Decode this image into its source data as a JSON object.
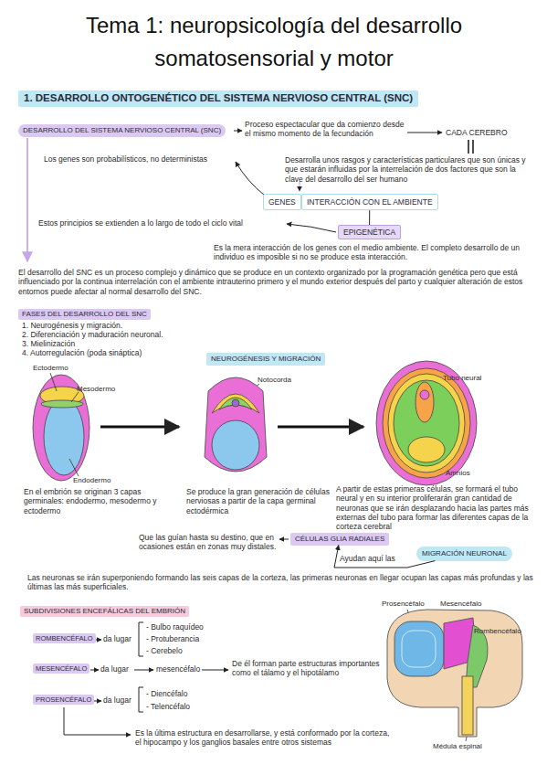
{
  "diagram": {
    "title": "Tema 1: neuropsicología del desarrollo somatosensorial y motor",
    "nodes": [
      {
        "text": [
          "1. DESARROLLO ONTOGENÉTICO DEL SISTEMA NERVIOSO CENTRAL (SNC)"
        ]
      },
      {
        "text": [
          "DESARROLLO DEL SISTEMA NERVIOSO CENTRAL (SNC)"
        ]
      },
      {
        "text": [
          "GENES"
        ]
      },
      {
        "text": [
          "INTERACCIÓN CON EL AMBIENTE"
        ]
      },
      {
        "text": [
          "EPIGENÉTICA"
        ]
      },
      {
        "text": [
          "FASES DEL DESARROLLO DEL SNC"
        ]
      },
      {
        "text": [
          "NEUROGÉNESIS Y MIGRACIÓN"
        ]
      },
      {
        "text": [
          "CÉLULAS GLIA RADIALES"
        ]
      },
      {
        "text": [
          "MIGRACIÓN NEURONAL"
        ]
      },
      {
        "text": [
          "SUBDIVISIONES ENCEFÁLICAS DEL EMBRIÓN"
        ]
      },
      {
        "text": [
          "ROMBENCÉFALO"
        ]
      },
      {
        "text": [
          "MESENCÉFALO"
        ]
      },
      {
        "text": [
          "PROSENCÉFALO"
        ]
      }
    ],
    "edges": [
      {
        "from": 3,
        "to": 4,
        "arrow": "none"
      },
      {
        "from": 8,
        "to": 7,
        "label": "Ayudan aquí las",
        "arrow": "to"
      }
    ],
    "labels": [
      "Proceso espectacular que da comienzo desde el mismo momento de la fecundación",
      "CADA CEREBRO",
      "Los genes son probabilísticos, no deterministas",
      "Desarrolla unos rasgos y características particulares que son únicas y que estarán influidas por la interrelación de dos factores que son la clave del desarrollo del ser humano",
      "Estos principios se extienden a lo largo de todo el ciclo vital",
      "Es la mera interacción de los genes con el medio ambiente. El completo desarrollo de un individuo es imposible si no se produce esta interacción.",
      "El desarrollo del SNC es un proceso complejo y dinámico que se produce en un contexto organizado por la programación genética pero que está influenciado por la continua interrelación con el ambiente intrauterino primero y el mundo exterior después del parto y cualquier alteración de estos entornos puede afectar al normal desarrollo del SNC.",
      "1. Neurogénesis y migración.",
      "2. Diferenciación y maduración neuronal.",
      "3. Mielinización",
      "4. Autorregulación (poda sináptica)",
      "Ectodermo",
      "Mesodermo",
      "Endodermo",
      "Notocorda",
      "Tubo neural",
      "Amnios",
      "En el embrión se originan 3 capas germinales: endodermo, mesodermo y ectodermo",
      "Se produce la gran generación de células nerviosas a partir de la capa germinal ectodérmica",
      "A partir de estas primeras células, se formará el tubo neural y en su interior proliferarán gran cantidad de neuronas que se irán desplazando hacia las partes más externas del tubo para formar las diferentes capas de la corteza cerebral",
      "Que las guían hasta su destino, que en ocasiones están en zonas muy distales.",
      "Las neuronas se irán superponiendo formando las seis capas de la corteza, las primeras neuronas en llegar ocupan las capas más profundas y las últimas las más superficiales.",
      "da lugar",
      "- Bulbo raquídeo",
      "- Protuberancia",
      "- Cerebelo",
      "da lugar",
      "mesencéfalo",
      "De él forman parte estructuras importantes como el tálamo y el hipotálamo",
      "da lugar",
      "- Diencéfalo",
      "- Telencéfalo",
      "Es la última estructura en desarrollarse, y está conformado por la corteza, el hipocampo y los ganglios basales entre otros sistemas",
      "Prosencéfalo",
      "Mesencéfalo",
      "Rombencéfalo",
      "Médula espinal"
    ]
  }
}
